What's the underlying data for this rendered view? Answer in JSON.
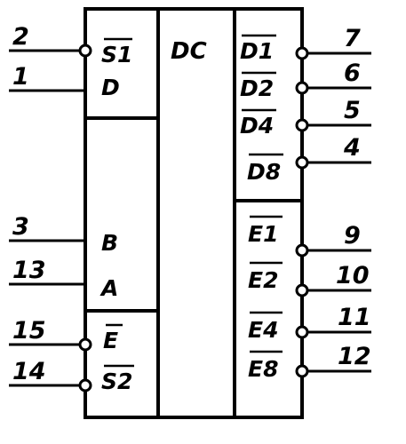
{
  "title": "DC",
  "left_pins": [
    {
      "num": "2",
      "label": "S1",
      "overbar": true,
      "inverted": true
    },
    {
      "num": "1",
      "label": "D",
      "overbar": false,
      "inverted": false
    },
    {
      "num": "3",
      "label": "B",
      "overbar": false,
      "inverted": false
    },
    {
      "num": "13",
      "label": "A",
      "overbar": false,
      "inverted": false
    },
    {
      "num": "15",
      "label": "E",
      "overbar": true,
      "inverted": true
    },
    {
      "num": "14",
      "label": "S2",
      "overbar": true,
      "inverted": true
    }
  ],
  "right_pins": [
    {
      "num": "7",
      "label": "D1",
      "overbar": true,
      "inverted": true
    },
    {
      "num": "6",
      "label": "D2",
      "overbar": true,
      "inverted": true
    },
    {
      "num": "5",
      "label": "D4",
      "overbar": true,
      "inverted": true
    },
    {
      "num": "4",
      "label": "D8",
      "overbar": true,
      "inverted": true
    },
    {
      "num": "9",
      "label": "E1",
      "overbar": true,
      "inverted": true
    },
    {
      "num": "10",
      "label": "E2",
      "overbar": true,
      "inverted": true
    },
    {
      "num": "11",
      "label": "E4",
      "overbar": true,
      "inverted": true
    },
    {
      "num": "12",
      "label": "E8",
      "overbar": true,
      "inverted": true
    }
  ]
}
